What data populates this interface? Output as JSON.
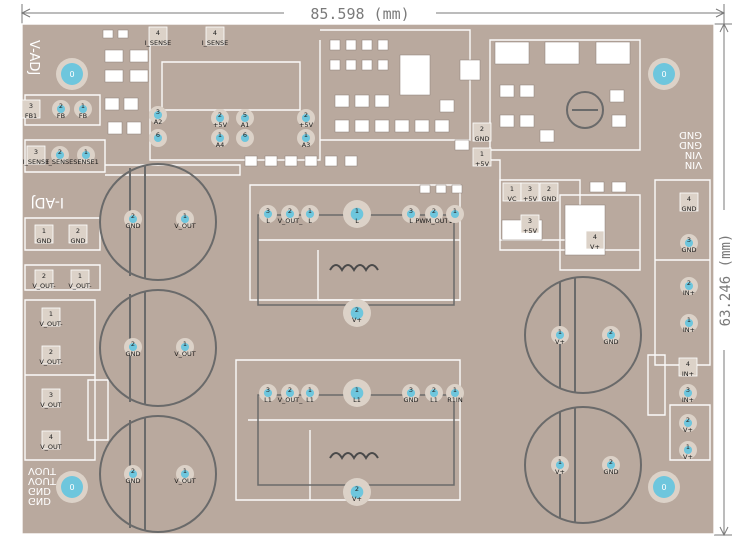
{
  "dimensions": {
    "width": "85.598 (mm)",
    "height": "63.246 (mm)"
  },
  "board_labels": {
    "v_adj": "V-ADJ",
    "i_adj": "I-ADJ",
    "gnd_vin_left": [
      "VOUT",
      "VOUT",
      "GND",
      "GND"
    ],
    "gnd_vin_right": [
      "GND",
      "GND",
      "VIN",
      "VIN"
    ]
  },
  "mount_holes": [
    "0",
    "0",
    "0",
    "0"
  ],
  "pads": [
    {
      "n": "3",
      "t": "FB1"
    },
    {
      "n": "2",
      "t": "FB"
    },
    {
      "n": "1",
      "t": "FB"
    },
    {
      "n": "3",
      "t": "I_SENSE"
    },
    {
      "n": "2",
      "t": "I_SENSE"
    },
    {
      "n": "1",
      "t": "SENSE1"
    },
    {
      "n": "4",
      "t": "I_SENSE"
    },
    {
      "n": "4",
      "t": "I_SENSE"
    },
    {
      "n": "3",
      "t": "A2"
    },
    {
      "n": "6",
      "t": ""
    },
    {
      "n": "2",
      "t": "+5V"
    },
    {
      "n": "5",
      "t": "A1"
    },
    {
      "n": "6",
      "t": ""
    },
    {
      "n": "1",
      "t": "A4"
    },
    {
      "n": "2",
      "t": "+5V"
    },
    {
      "n": "1",
      "t": "A3"
    },
    {
      "n": "1",
      "t": "GND"
    },
    {
      "n": "2",
      "t": "GND"
    },
    {
      "n": "2",
      "t": "V_OUT-"
    },
    {
      "n": "1",
      "t": "V_OUT-"
    },
    {
      "n": "1",
      "t": "V_OUT-"
    },
    {
      "n": "2",
      "t": "V_OUT-"
    },
    {
      "n": "3",
      "t": "V_OUT"
    },
    {
      "n": "4",
      "t": "V_OUT"
    },
    {
      "n": "2",
      "t": "GND"
    },
    {
      "n": "1",
      "t": "V_OUT"
    },
    {
      "n": "2",
      "t": "GND"
    },
    {
      "n": "1",
      "t": "V_OUT"
    },
    {
      "n": "2",
      "t": "GND"
    },
    {
      "n": "1",
      "t": "V_OUT"
    },
    {
      "n": "3",
      "t": "L"
    },
    {
      "n": "2",
      "t": "V_OUT_"
    },
    {
      "n": "1",
      "t": "L"
    },
    {
      "n": "1",
      "t": "L"
    },
    {
      "n": "3",
      "t": "L"
    },
    {
      "n": "2",
      "t": "PWM_OUT1"
    },
    {
      "n": "1",
      "t": ""
    },
    {
      "n": "2",
      "t": "V+"
    },
    {
      "n": "3",
      "t": "L1"
    },
    {
      "n": "2",
      "t": "V_OUT_"
    },
    {
      "n": "1",
      "t": "L1"
    },
    {
      "n": "1",
      "t": "L1"
    },
    {
      "n": "3",
      "t": "GND"
    },
    {
      "n": "2",
      "t": "L1"
    },
    {
      "n": "1",
      "t": "R1IN"
    },
    {
      "n": "2",
      "t": "V+"
    },
    {
      "n": "2",
      "t": "GND"
    },
    {
      "n": "1",
      "t": "+5V"
    },
    {
      "n": "1",
      "t": "VC"
    },
    {
      "n": "3",
      "t": "+5V"
    },
    {
      "n": "2",
      "t": "GND"
    },
    {
      "n": "3",
      "t": "+5V"
    },
    {
      "n": "4",
      "t": "V+"
    },
    {
      "n": "4",
      "t": "GND"
    },
    {
      "n": "3",
      "t": "GND"
    },
    {
      "n": "2",
      "t": "IN+"
    },
    {
      "n": "1",
      "t": "IN+"
    },
    {
      "n": "1",
      "t": "V+"
    },
    {
      "n": "2",
      "t": "GND"
    },
    {
      "n": "4",
      "t": "IN+"
    },
    {
      "n": "3",
      "t": "IN+"
    },
    {
      "n": "2",
      "t": "V+"
    },
    {
      "n": "1",
      "t": "V+"
    },
    {
      "n": "1",
      "t": "V+"
    },
    {
      "n": "2",
      "t": "GND"
    }
  ],
  "colors": {
    "board": "#b9a99e",
    "silk": "#ffffff",
    "pad": "#dcd2c8",
    "drill": "#6ec6dd",
    "dimension": "#7a7a7a"
  }
}
